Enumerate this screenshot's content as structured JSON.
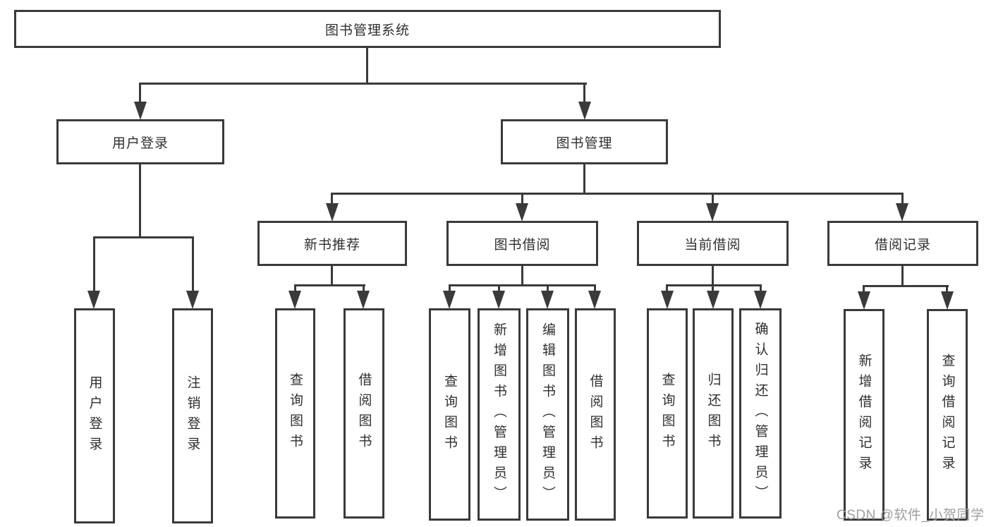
{
  "colors": {
    "line": "#3a3a3a",
    "text": "#2f2f2f",
    "box_background": "#ffffff",
    "page_background": "#ffffff",
    "watermark": "#9e9e9e"
  },
  "tree": {
    "title": "图书管理系统",
    "branches": [
      {
        "label": "用户登录",
        "children": [
          "用户登录",
          "注销登录"
        ]
      },
      {
        "label": "图书管理",
        "groups": [
          {
            "label": "新书推荐",
            "children": [
              "查询图书",
              "借阅图书"
            ]
          },
          {
            "label": "图书借阅",
            "children": [
              "查询图书",
              "新增图书（管理员）",
              "编辑图书（管理员）",
              "借阅图书"
            ]
          },
          {
            "label": "当前借阅",
            "children": [
              "查询图书",
              "归还图书",
              "确认归还（管理员）"
            ]
          },
          {
            "label": "借阅记录",
            "children": [
              "新增借阅记录",
              "查询借阅记录"
            ]
          }
        ]
      }
    ]
  },
  "watermark": {
    "text": "CSDN @软件_小贺同学"
  }
}
